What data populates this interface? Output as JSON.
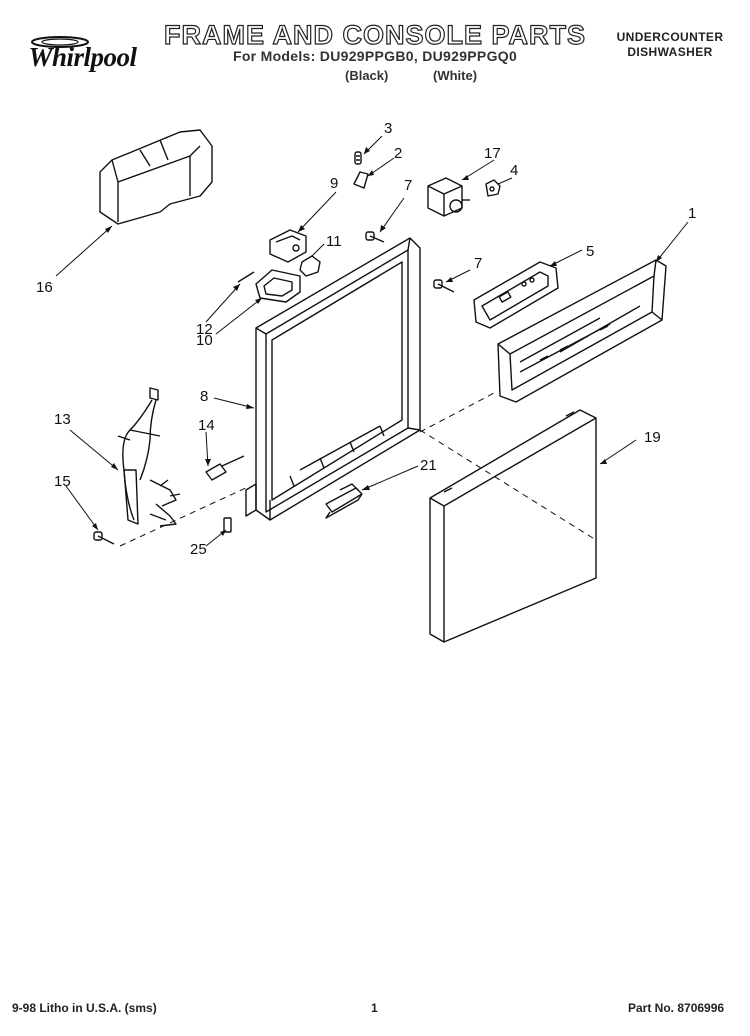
{
  "header": {
    "brand": "Whirlpool",
    "title": "FRAME AND CONSOLE PARTS",
    "models_line": "For Models: DU929PPGB0, DU929PPGQ0",
    "color_black": "(Black)",
    "color_white": "(White)",
    "category_line1": "UNDERCOUNTER",
    "category_line2": "DISHWASHER"
  },
  "callouts": [
    "3",
    "2",
    "17",
    "4",
    "9",
    "7",
    "11",
    "1",
    "16",
    "5",
    "7",
    "12",
    "10",
    "8",
    "13",
    "14",
    "15",
    "21",
    "19",
    "25"
  ],
  "footer": {
    "litho": "9-98 Litho in U.S.A. (sms)",
    "page": "1",
    "part_no": "Part No. 8706996"
  }
}
